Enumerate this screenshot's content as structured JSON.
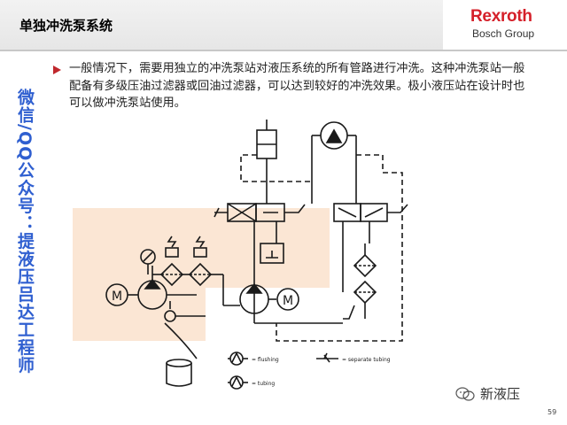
{
  "header": {
    "title": "单独冲洗泵系统",
    "logo_text": "Rexroth",
    "logo_subtext": "Bosch Group"
  },
  "content": {
    "paragraph": "一般情况下，需要用独立的冲洗泵站对液压系统的所有管路进行冲洗。这种冲洗泵站一般配备有多级压油过滤器或回油过滤器，可以达到较好的冲洗效果。极小液压站在设计时也可以做冲洗泵站使用。"
  },
  "watermark": {
    "text": "微信/QQ公众号：提液压吕达工程师"
  },
  "diagram": {
    "legend_flushing": "= flushing",
    "legend_tubing": "= tubing",
    "legend_separate_tubing": "= separate tubing",
    "motor_label": "M",
    "highlight_color": "#fbe6d4"
  },
  "footer": {
    "brand": "新液压",
    "page_number": "59"
  },
  "colors": {
    "accent": "#d5202a",
    "bullet": "#c0282d",
    "watermark": "#2f5fd0"
  }
}
